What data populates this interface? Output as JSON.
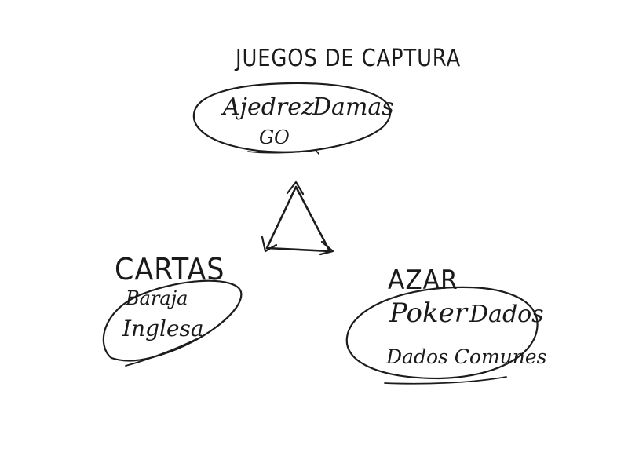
{
  "top_group": {
    "heading": "JUEGOS DE CAPTURA",
    "items": [
      "Ajedrez",
      "Damas",
      "GO"
    ]
  },
  "left_group": {
    "heading": "CARTAS",
    "items": [
      "Baraja",
      "Inglesa"
    ]
  },
  "right_group": {
    "heading": "AZAR",
    "items": [
      "Poker",
      "Dados",
      "Dados Comunes"
    ]
  },
  "ink_color": "#1c1c1c"
}
